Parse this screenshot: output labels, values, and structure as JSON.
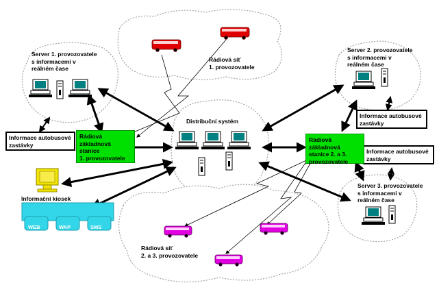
{
  "server1": "Server 1. provozovatele\ns informacemi v\nreálném čase",
  "server2": "Server 2. provozovatele\ns informacemi v\nreálném čase",
  "server3": "Server 3. provozovatele\ns informacemi v\nreálném čase",
  "radio_net1": "Rádiová síť\n1. provozovatele",
  "radio_net23": "Rádiová síť\n2. a 3. provozovatele",
  "distribution": "Distribuční systém",
  "base1": "Rádiová\nzákladnová stanice\n1. provozovatele",
  "base23": "Rádiová základnová\nstanice 2. a 3.\nprovozovatele",
  "info_stop_left": "Informace autobusové\nzastávky",
  "info_stop_right1": "Informace autobusové\nzastávky",
  "info_stop_right2": "Informace autobusové\nzastávky",
  "kiosk": "Informační kiosek",
  "channels": [
    "WEB",
    "WAP",
    "SMS"
  ],
  "colors": {
    "base_station": "#00e000",
    "kiosk_channels": "#33d6e8",
    "bus_net1": "#e00000",
    "bus_net23": "#e000e0",
    "monitor_yellow": "#f2e400"
  }
}
